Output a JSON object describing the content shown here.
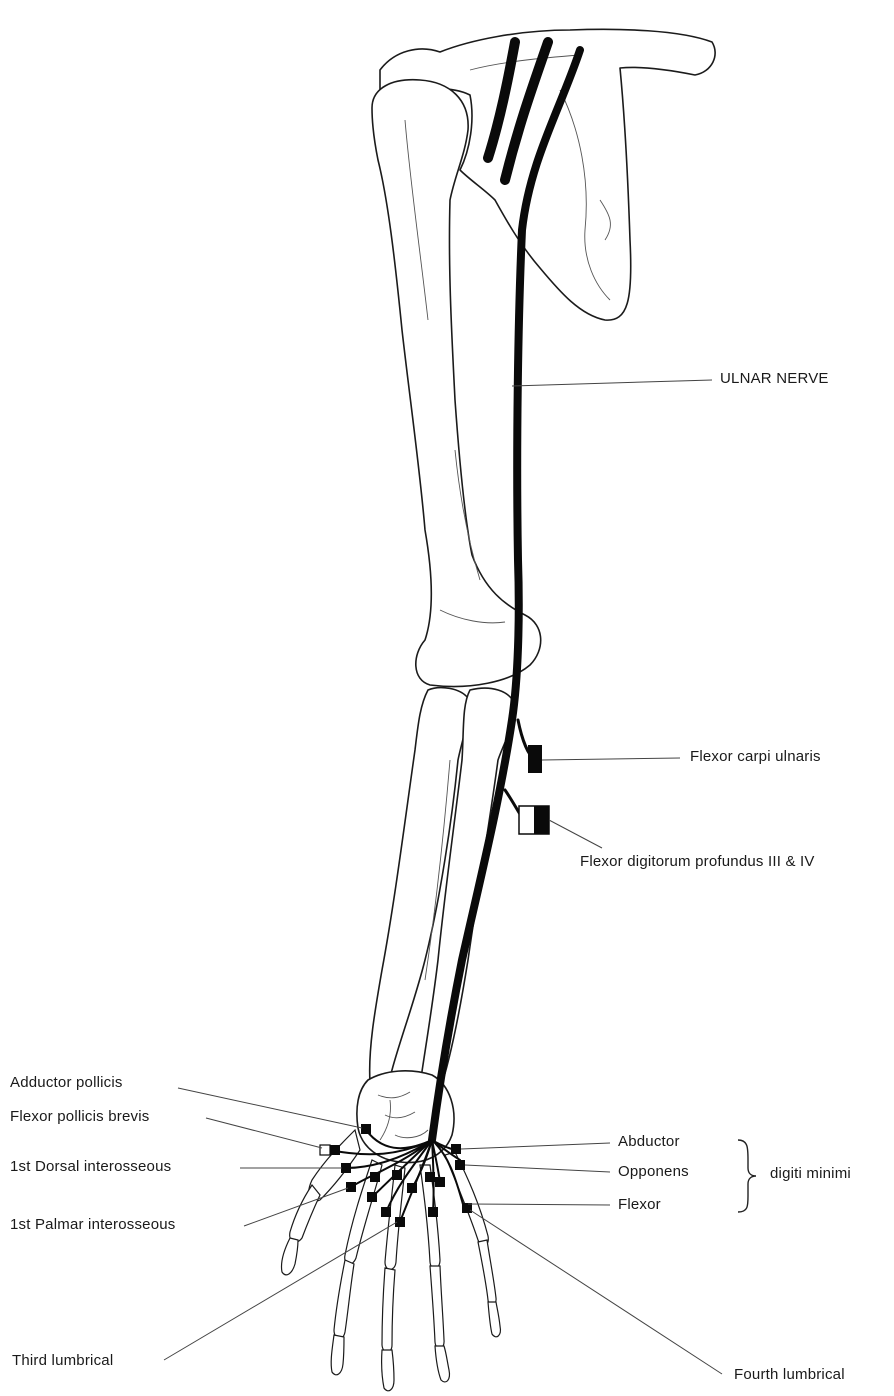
{
  "labels": {
    "ulnar_nerve": "ULNAR NERVE",
    "flexor_carpi_ulnaris": "Flexor carpi ulnaris",
    "flexor_digitorum_profundus": "Flexor digitorum profundus III & IV",
    "adductor_pollicis": "Adductor pollicis",
    "flexor_pollicis_brevis": "Flexor pollicis brevis",
    "first_dorsal_interosseous": "1st Dorsal interosseous",
    "first_palmar_interosseous": "1st Palmar interosseous",
    "abductor": "Abductor",
    "opponens": "Opponens",
    "flexor": "Flexor",
    "digiti_minimi": "digiti minimi",
    "third_lumbrical": "Third lumbrical",
    "fourth_lumbrical": "Fourth lumbrical"
  },
  "colors": {
    "nerve": "#0a0a0a",
    "bone_outline": "#1b1b1b",
    "muscle_marker": "#0a0a0a",
    "background": "#ffffff"
  }
}
